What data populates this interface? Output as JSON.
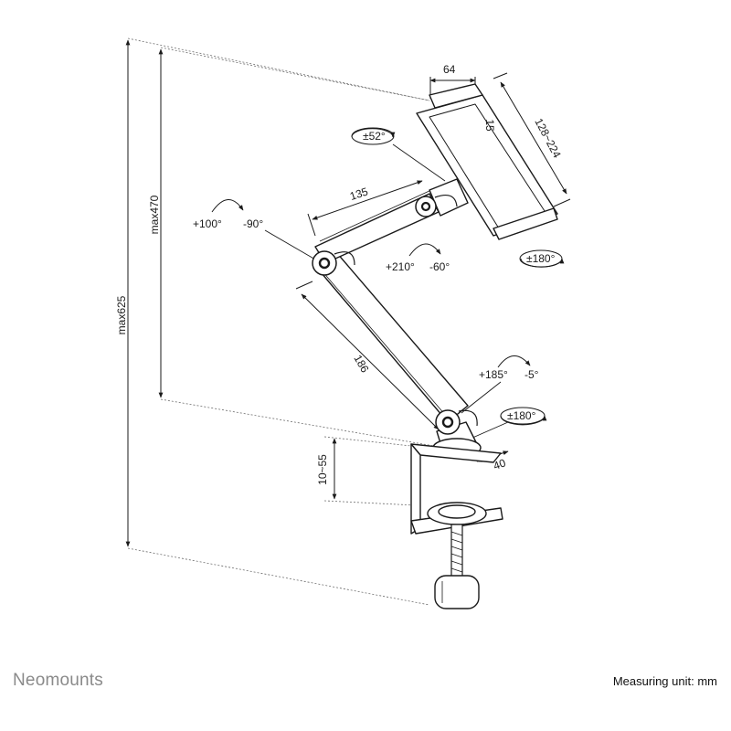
{
  "brand": {
    "name": "Neomounts"
  },
  "footer": {
    "measuring_unit": "Measuring unit: mm"
  },
  "dimensions": {
    "total_height": "max625",
    "reach_height": "max470",
    "clamp_range": "10~55",
    "clamp_depth": "40",
    "lower_arm": "186",
    "upper_arm": "135",
    "holder_width": "64",
    "holder_offset": "15",
    "holder_range": "128~224"
  },
  "rotations": {
    "tilt_top": "±52°",
    "elbow_up": "+100°",
    "elbow_down": "-90°",
    "mid_up": "+210°",
    "mid_down": "-60°",
    "holder_swivel": "±180°",
    "base_up": "+185°",
    "base_down": "-5°",
    "base_swivel": "±180°"
  },
  "colors": {
    "line": "#1a1a1a",
    "dashed": "#6e6e6e",
    "brand": "#8a8a8a"
  }
}
